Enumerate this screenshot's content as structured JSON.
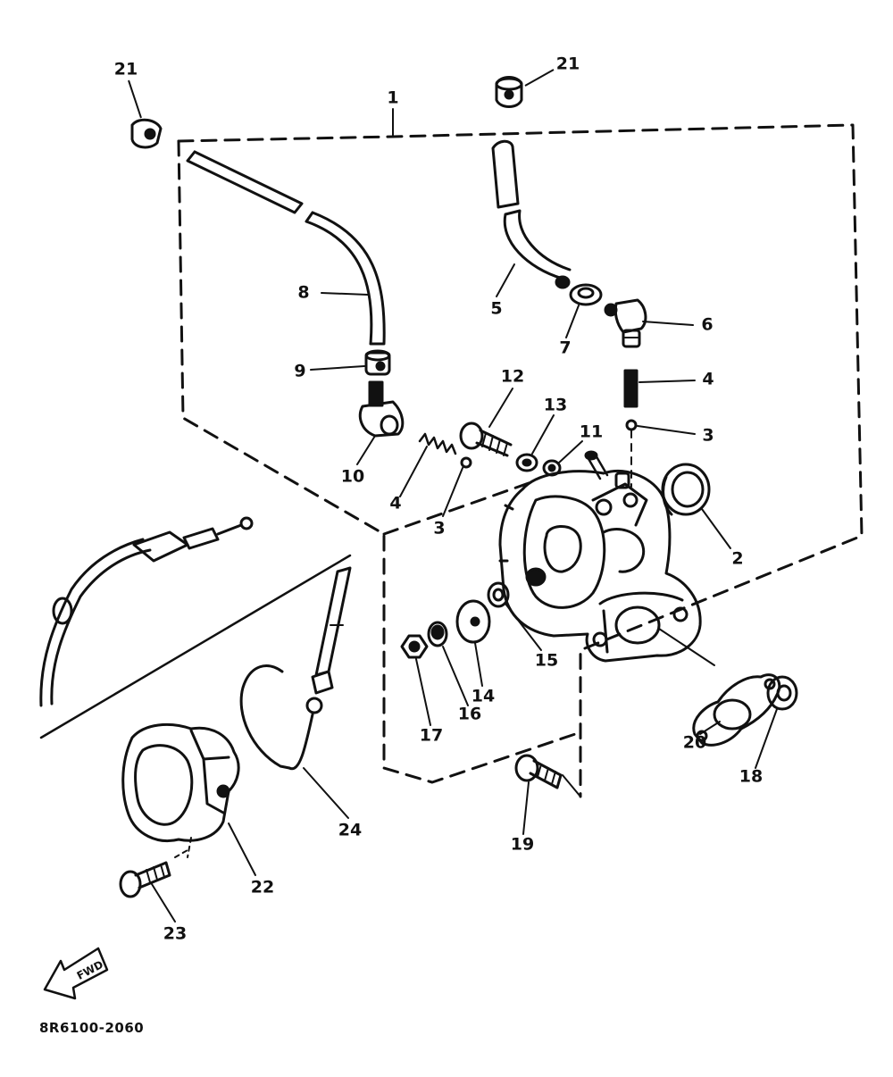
{
  "callouts": {
    "p1": "1",
    "p2": "2",
    "p3a": "3",
    "p3b": "3",
    "p4a": "4",
    "p4b": "4",
    "p5": "5",
    "p6": "6",
    "p7": "7",
    "p8": "8",
    "p9": "9",
    "p10": "10",
    "p11": "11",
    "p12": "12",
    "p13": "13",
    "p14": "14",
    "p15": "15",
    "p16": "16",
    "p17": "17",
    "p18": "18",
    "p19": "19",
    "p20": "20",
    "p21a": "21",
    "p21b": "21",
    "p22": "22",
    "p23": "23",
    "p24": "24"
  },
  "forward_arrow_label": "FWD",
  "catalog_number": "8R6100-2060",
  "colors": {
    "ink": "#111111",
    "background": "#ffffff"
  }
}
